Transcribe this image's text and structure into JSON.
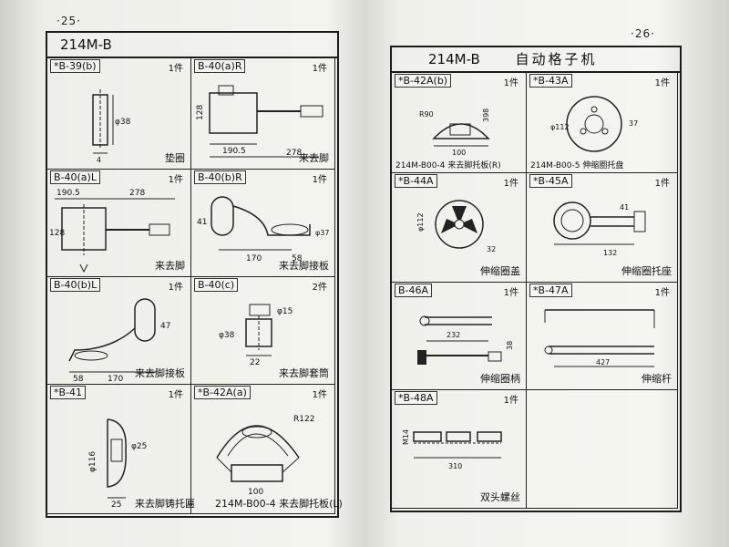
{
  "left_page": {
    "page_number": "·25·",
    "model": "214M-B",
    "cells": [
      {
        "code": "*B-39(b)",
        "qty": "1件",
        "name": "垫圈",
        "dims": [
          "φ38",
          "4"
        ]
      },
      {
        "code": "B-40(a)R",
        "qty": "1件",
        "name": "来去脚",
        "dims": [
          "128",
          "190.5",
          "278"
        ]
      },
      {
        "code": "B-40(a)L",
        "qty": "1件",
        "name": "来去脚",
        "dims": [
          "190.5",
          "278",
          "128"
        ]
      },
      {
        "code": "B-40(b)R",
        "qty": "1件",
        "name": "来去脚接板",
        "dims": [
          "41",
          "170",
          "58",
          "φ37"
        ]
      },
      {
        "code": "B-40(b)L",
        "qty": "1件",
        "name": "来去脚接板",
        "dims": [
          "47",
          "58",
          "170"
        ]
      },
      {
        "code": "B-40(c)",
        "qty": "2件",
        "name": "来去脚套筒",
        "dims": [
          "φ38",
          "φ15",
          "22"
        ]
      },
      {
        "code": "*B-41",
        "qty": "1件",
        "name": "来去脚铸托匾",
        "dims": [
          "φ116",
          "φ25",
          "25"
        ]
      },
      {
        "code": "*B-42A(a)",
        "qty": "1件",
        "name": "214M-B00-4 来去脚托板(L)",
        "dims": [
          "R122",
          "100"
        ]
      }
    ]
  },
  "right_page": {
    "page_number": "·26·",
    "model": "214M-B",
    "title": "自动格子机",
    "cells": [
      {
        "code": "*B-42A(b)",
        "qty": "1件",
        "name": "214M-B00-4 来去脚托板(R)",
        "dims": [
          "R90",
          "398",
          "100"
        ]
      },
      {
        "code": "*B-43A",
        "qty": "1件",
        "name": "214M-B00-5 伸缩圈托盘",
        "dims": [
          "φ112",
          "37"
        ]
      },
      {
        "code": "*B-44A",
        "qty": "1件",
        "name": "伸缩圈盖",
        "dims": [
          "φ112",
          "32"
        ]
      },
      {
        "code": "*B-45A",
        "qty": "1件",
        "name": "伸缩圈托座",
        "dims": [
          "132",
          "41"
        ]
      },
      {
        "code": "B-46A",
        "qty": "1件",
        "name": "伸缩圈柄",
        "dims": [
          "232",
          "38"
        ]
      },
      {
        "code": "*B-47A",
        "qty": "1件",
        "name": "伸缩杆",
        "dims": [
          "427"
        ]
      },
      {
        "code": "*B-48A",
        "qty": "1件",
        "name": "双头螺丝",
        "dims": [
          "M14",
          "310"
        ]
      }
    ]
  }
}
